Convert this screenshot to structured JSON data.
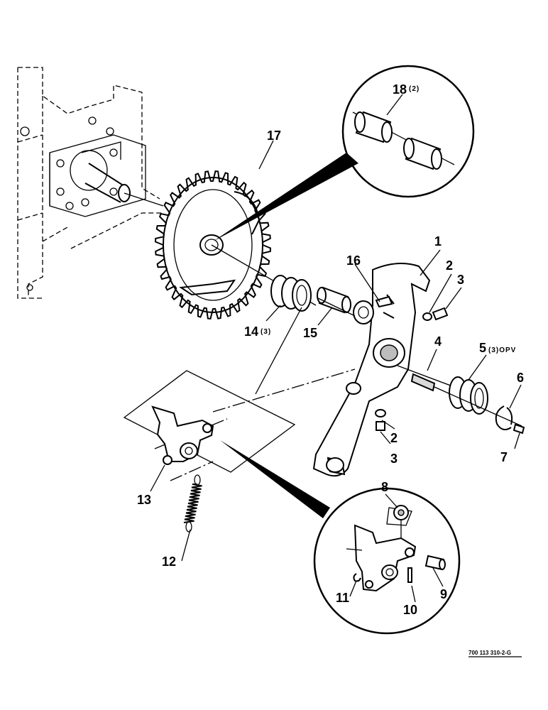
{
  "figure": {
    "callouts": [
      {
        "id": "c1",
        "number": "1",
        "qty": ""
      },
      {
        "id": "c2a",
        "number": "2",
        "qty": ""
      },
      {
        "id": "c3a",
        "number": "3",
        "qty": ""
      },
      {
        "id": "c4",
        "number": "4",
        "qty": ""
      },
      {
        "id": "c5",
        "number": "5",
        "qty": "(3)OPV"
      },
      {
        "id": "c6",
        "number": "6",
        "qty": ""
      },
      {
        "id": "c7",
        "number": "7",
        "qty": ""
      },
      {
        "id": "c2b",
        "number": "2",
        "qty": ""
      },
      {
        "id": "c3b",
        "number": "3",
        "qty": ""
      },
      {
        "id": "c8",
        "number": "8",
        "qty": ""
      },
      {
        "id": "c9",
        "number": "9",
        "qty": ""
      },
      {
        "id": "c10",
        "number": "10",
        "qty": ""
      },
      {
        "id": "c11",
        "number": "11",
        "qty": ""
      },
      {
        "id": "c12",
        "number": "12",
        "qty": ""
      },
      {
        "id": "c13",
        "number": "13",
        "qty": ""
      },
      {
        "id": "c14",
        "number": "14",
        "qty": "(3)"
      },
      {
        "id": "c15",
        "number": "15",
        "qty": ""
      },
      {
        "id": "c16",
        "number": "16",
        "qty": ""
      },
      {
        "id": "c17",
        "number": "17",
        "qty": ""
      },
      {
        "id": "c18",
        "number": "18",
        "qty": "(2)"
      }
    ],
    "document_id": "700 113 310-2-G"
  }
}
